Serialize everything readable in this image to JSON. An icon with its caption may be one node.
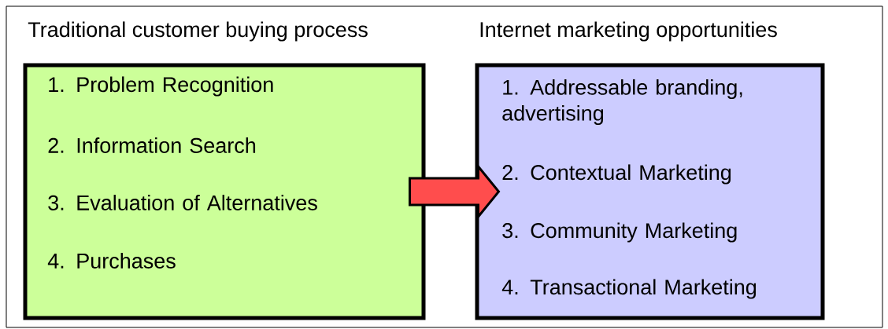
{
  "diagram": {
    "nodes": [
      {
        "text": [
          "Traditional customer buying process",
          "1. Problem Recognition",
          "2. Information Search",
          "3. Evaluation of Alternatives",
          "4. Purchases"
        ]
      },
      {
        "text": [
          "Internet marketing opportunities",
          "1. Addressable branding, advertising",
          "2. Contextual Marketing",
          "3. Community Marketing",
          "4. Transactional Marketing"
        ]
      }
    ],
    "edges": [
      {
        "from": 0,
        "to": 1,
        "arrow": "to",
        "style": "thick"
      }
    ]
  }
}
